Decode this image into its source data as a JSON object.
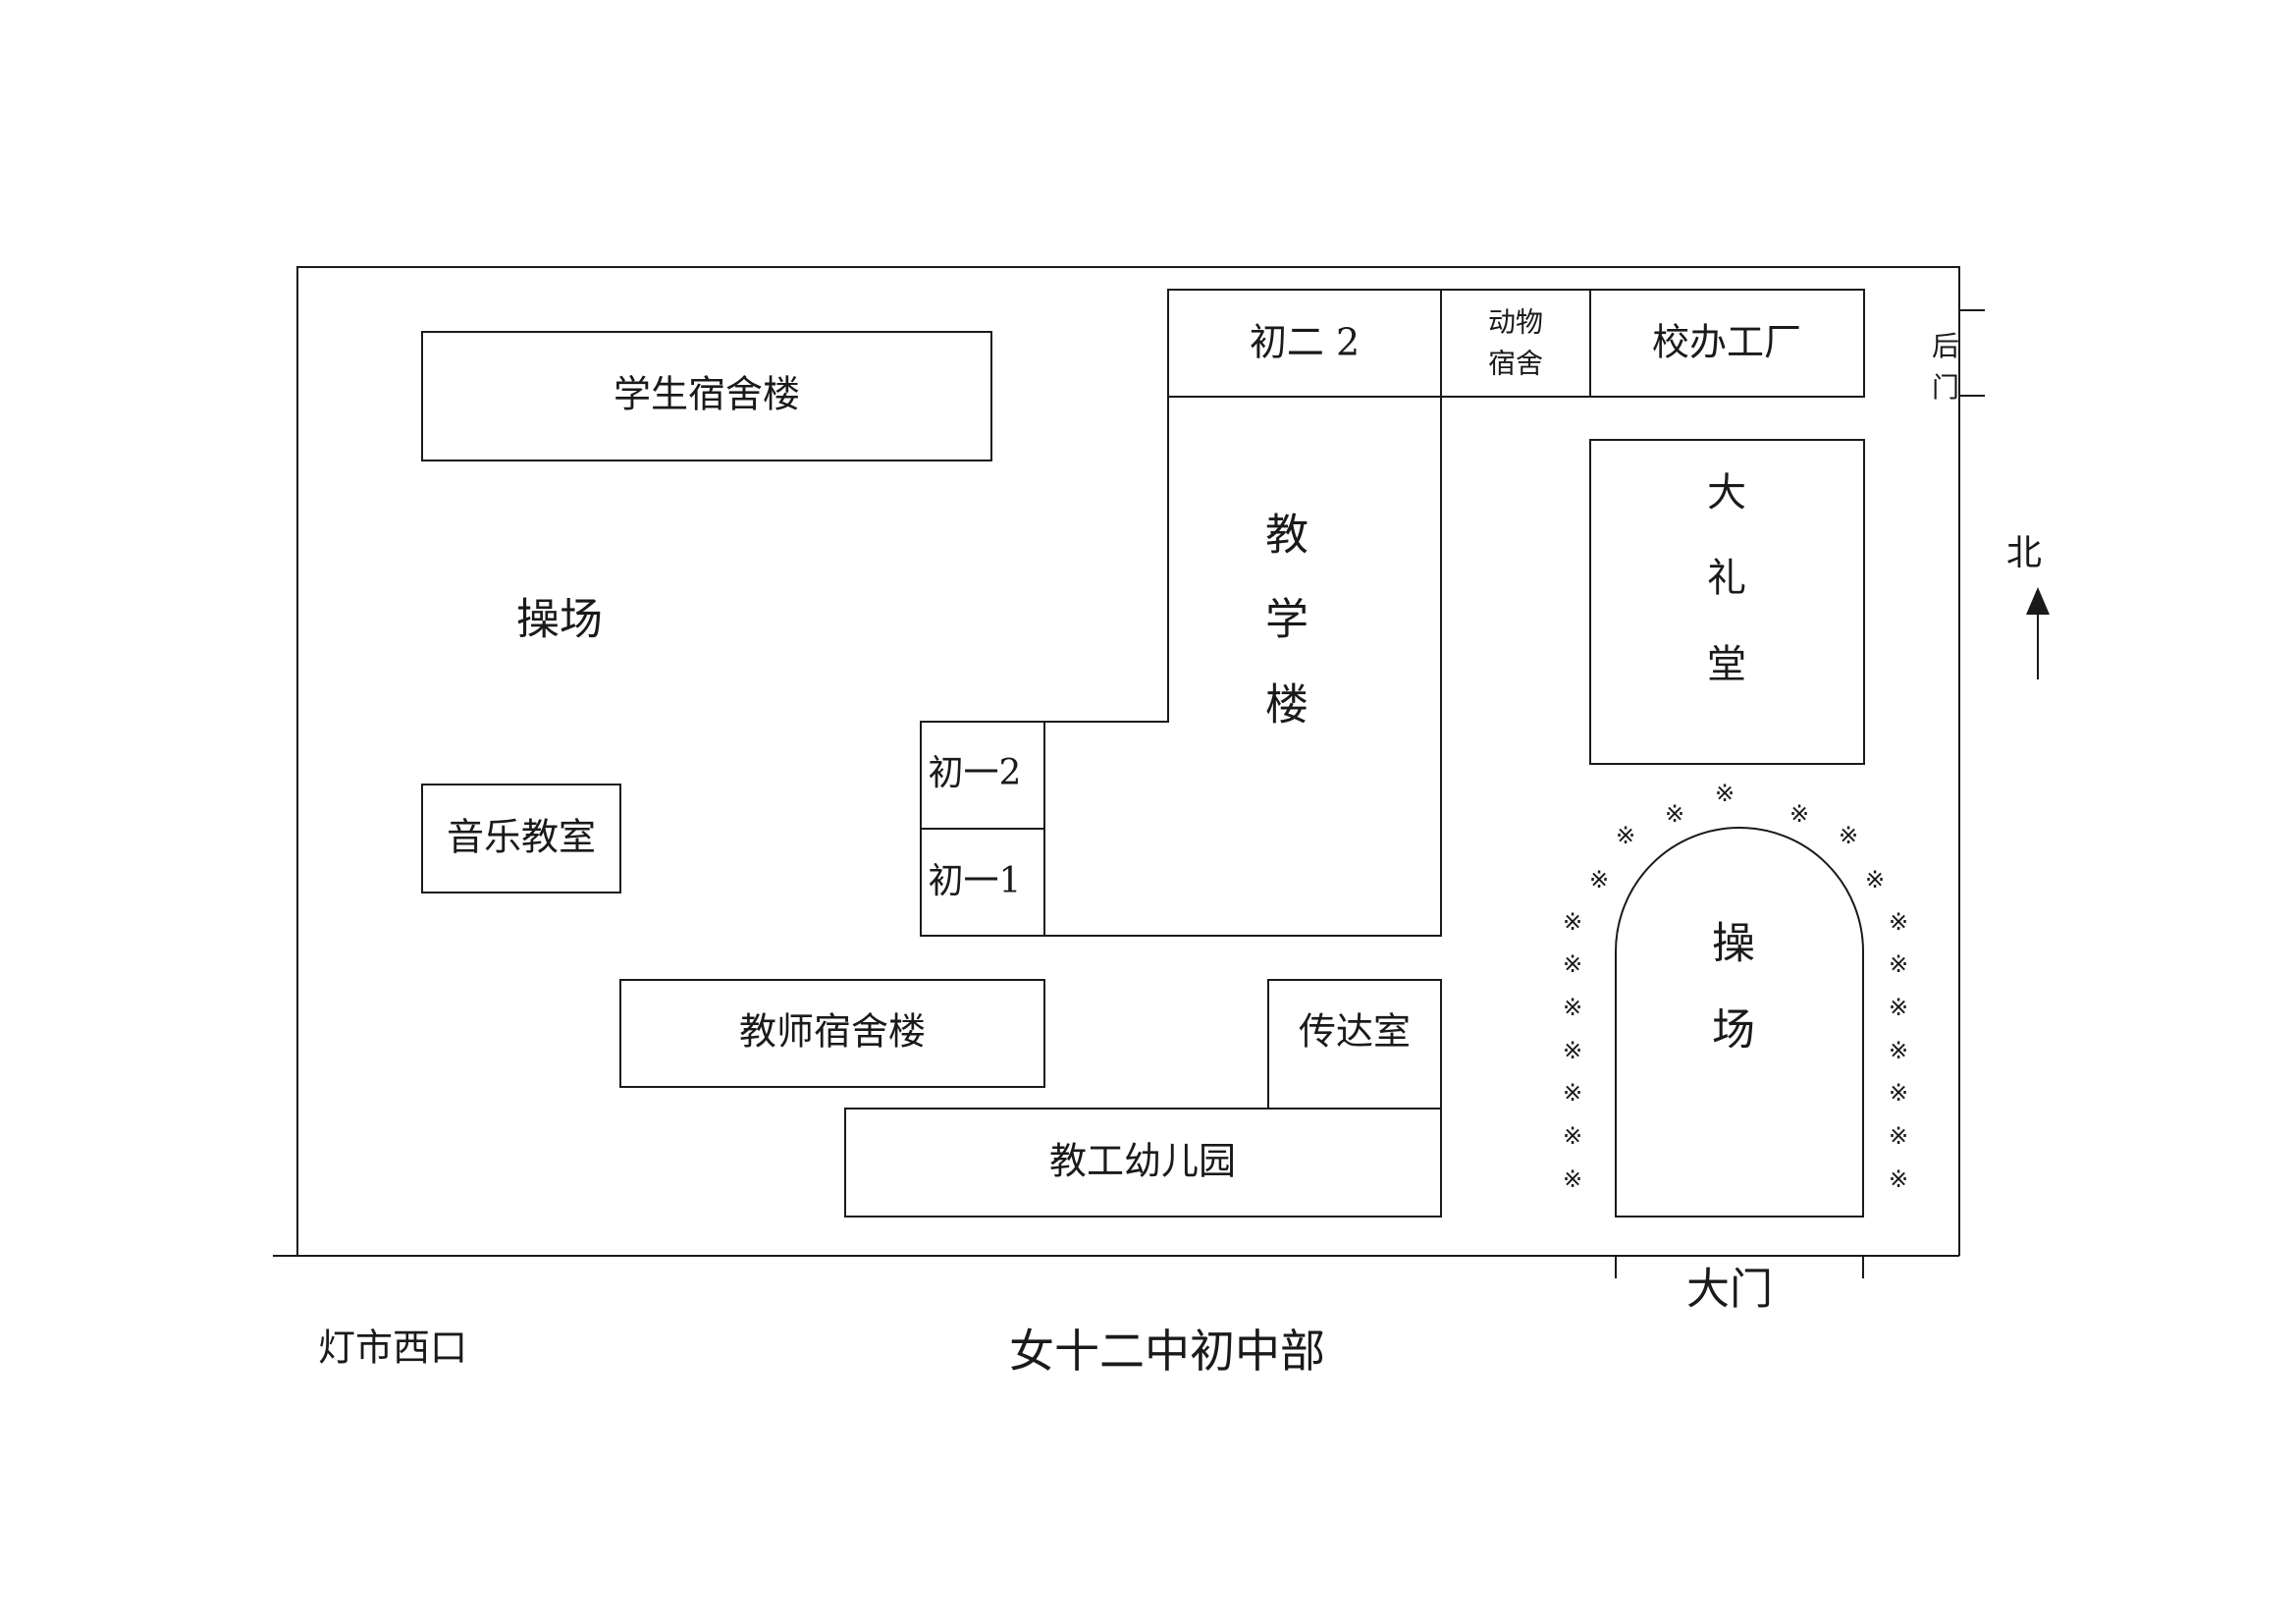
{
  "map": {
    "title": "女十二中初中部",
    "street_label": "灯市西口",
    "north_label": "北",
    "main_gate_label": "大门",
    "back_gate_label": [
      "后",
      "门"
    ],
    "buildings": {
      "student_dorm": "学生宿舍楼",
      "west_playground": "操场",
      "music_room": "音乐教室",
      "grade8_class2": "初二 2",
      "animal_dorm": [
        "动物",
        "宿舍"
      ],
      "school_factory": "校办工厂",
      "teaching_building": [
        "教",
        "学",
        "楼"
      ],
      "grade7_class2": "初一2",
      "grade7_class1": "初一1",
      "auditorium": [
        "大",
        "礼",
        "堂"
      ],
      "east_playground": [
        "操",
        "场"
      ],
      "teacher_dorm": "教师宿舍楼",
      "reception_room": "传达室",
      "kindergarten": "教工幼儿园"
    },
    "flower_symbol": "※"
  }
}
